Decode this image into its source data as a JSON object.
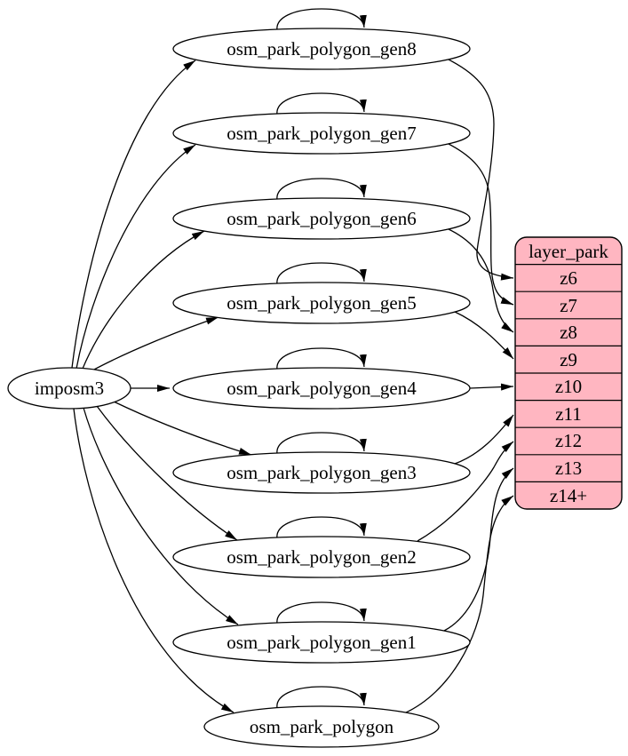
{
  "diagram": {
    "source": {
      "label": "imposm3"
    },
    "tables": [
      {
        "label": "osm_park_polygon_gen8",
        "feeds_zoom": "z6"
      },
      {
        "label": "osm_park_polygon_gen7",
        "feeds_zoom": "z7"
      },
      {
        "label": "osm_park_polygon_gen6",
        "feeds_zoom": "z8"
      },
      {
        "label": "osm_park_polygon_gen5",
        "feeds_zoom": "z9"
      },
      {
        "label": "osm_park_polygon_gen4",
        "feeds_zoom": "z10"
      },
      {
        "label": "osm_park_polygon_gen3",
        "feeds_zoom": "z11"
      },
      {
        "label": "osm_park_polygon_gen2",
        "feeds_zoom": "z12"
      },
      {
        "label": "osm_park_polygon_gen1",
        "feeds_zoom": "z13"
      },
      {
        "label": "osm_park_polygon",
        "feeds_zoom": "z14+"
      }
    ],
    "layer": {
      "title": "layer_park",
      "rows": [
        "z6",
        "z7",
        "z8",
        "z9",
        "z10",
        "z11",
        "z12",
        "z13",
        "z14+"
      ]
    },
    "colors": {
      "layer_fill": "#ffb6c1",
      "node_fill": "#ffffff",
      "stroke": "#000000"
    }
  }
}
